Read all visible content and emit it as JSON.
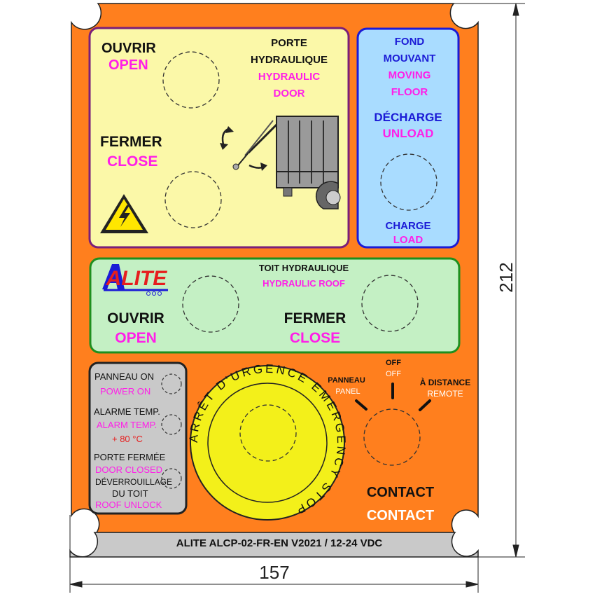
{
  "colors": {
    "orange": "#ff7f1e",
    "yellow_panel": "#fbf8a8",
    "blue_panel": "#a9dcff",
    "green_panel": "#c4f0c4",
    "grey_panel": "#c9c9c9",
    "magenta": "#ff1ee8",
    "dark_blue": "#1b1bd6",
    "estop_yellow": "#f3f01a"
  },
  "dimensions": {
    "height": "212",
    "width": "157"
  },
  "door_panel": {
    "open_fr": "OUVRIR",
    "open_en": "OPEN",
    "close_fr": "FERMER",
    "close_en": "CLOSE",
    "title_fr_1": "PORTE",
    "title_fr_2": "HYDRAULIQUE",
    "title_en_1": "HYDRAULIC",
    "title_en_2": "DOOR"
  },
  "floor_panel": {
    "title_fr_1": "FOND",
    "title_fr_2": "MOUVANT",
    "title_en_1": "MOVING",
    "title_en_2": "FLOOR",
    "unload_fr": "DÉCHARGE",
    "unload_en": "UNLOAD",
    "load_fr": "CHARGE",
    "load_en": "LOAD"
  },
  "roof_panel": {
    "logo": "ALITE",
    "title_fr": "TOIT HYDRAULIQUE",
    "title_en": "HYDRAULIC ROOF",
    "open_fr": "OUVRIR",
    "open_en": "OPEN",
    "close_fr": "FERMER",
    "close_en": "CLOSE"
  },
  "indicators": {
    "power_fr": "PANNEAU ON",
    "power_en": "POWER ON",
    "alarm_fr": "ALARME TEMP.",
    "alarm_en": "ALARM TEMP.",
    "alarm_temp": "+ 80 °C",
    "door_fr": "PORTE FERMÉE",
    "door_en": "DOOR CLOSED",
    "unlock_fr_1": "DÉVERROUILLAGE",
    "unlock_fr_2": "DU TOIT",
    "unlock_en": "ROOF UNLOCK"
  },
  "estop": {
    "ring_text": "ARRÊT D'URGENCE   EMERGENCY STOP"
  },
  "selector": {
    "panel_fr": "PANNEAU",
    "panel_en": "PANEL",
    "off_fr": "OFF",
    "off_en": "OFF",
    "remote_fr": "À DISTANCE",
    "remote_en": "REMOTE"
  },
  "contact": {
    "fr": "CONTACT",
    "en": "CONTACT"
  },
  "footer": {
    "label": "ALITE ALCP-02-FR-EN V2021 / 12-24 VDC"
  }
}
